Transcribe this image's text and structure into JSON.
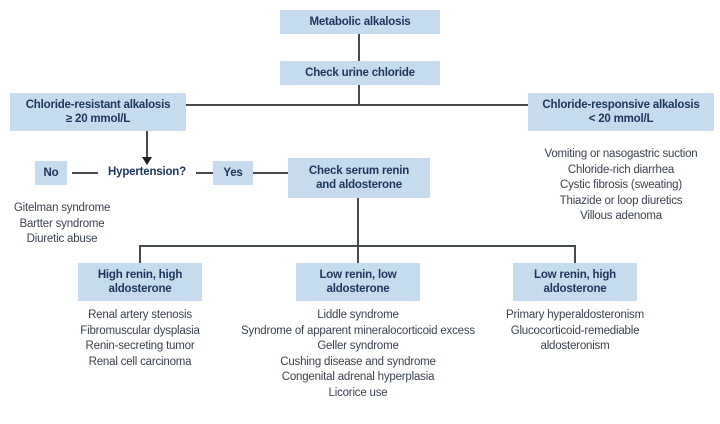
{
  "nodes": {
    "metabolic": {
      "label": "Metabolic alkalosis"
    },
    "urine": {
      "label": "Check urine chloride"
    },
    "resistant": {
      "line1": "Chloride-resistant alkalosis",
      "line2": "≥ 20 mmol/L"
    },
    "responsive": {
      "line1": "Chloride-responsive alkalosis",
      "line2": "< 20 mmol/L"
    },
    "no": {
      "label": "No"
    },
    "hypertension": {
      "label": "Hypertension?"
    },
    "yes": {
      "label": "Yes"
    },
    "serum": {
      "line1": "Check serum renin",
      "line2": "and aldosterone"
    },
    "high_renin_high_aldo": {
      "line1": "High renin, high",
      "line2": "aldosterone"
    },
    "low_renin_low_aldo": {
      "line1": "Low renin, low",
      "line2": "aldosterone"
    },
    "low_renin_high_aldo": {
      "line1": "Low renin, high",
      "line2": "aldosterone"
    }
  },
  "lists": {
    "responsive_causes": [
      "Vomiting or nasogastric suction",
      "Chloride-rich diarrhea",
      "Cystic fibrosis (sweating)",
      "Thiazide or loop diuretics",
      "Villous adenoma"
    ],
    "no_hypertension_causes": [
      "Gitelman syndrome",
      "Bartter syndrome",
      "Diuretic abuse"
    ],
    "high_renin_high_aldo_causes": [
      "Renal artery stenosis",
      "Fibromuscular dysplasia",
      "Renin-secreting tumor",
      "Renal cell carcinoma"
    ],
    "low_renin_low_aldo_causes": [
      "Liddle syndrome",
      "Syndrome of apparent mineralocorticoid excess",
      "Geller syndrome",
      "Cushing disease and syndrome",
      "Congenital adrenal hyperplasia",
      "Licorice use"
    ],
    "low_renin_high_aldo_causes": [
      "Primary hyperaldosteronism",
      "Glucocorticoid-remediable aldosteronism"
    ]
  },
  "colors": {
    "box_fill": "#c6dbee",
    "box_text": "#1c355d",
    "list_text": "#3a4250",
    "line": "#454a4f"
  }
}
